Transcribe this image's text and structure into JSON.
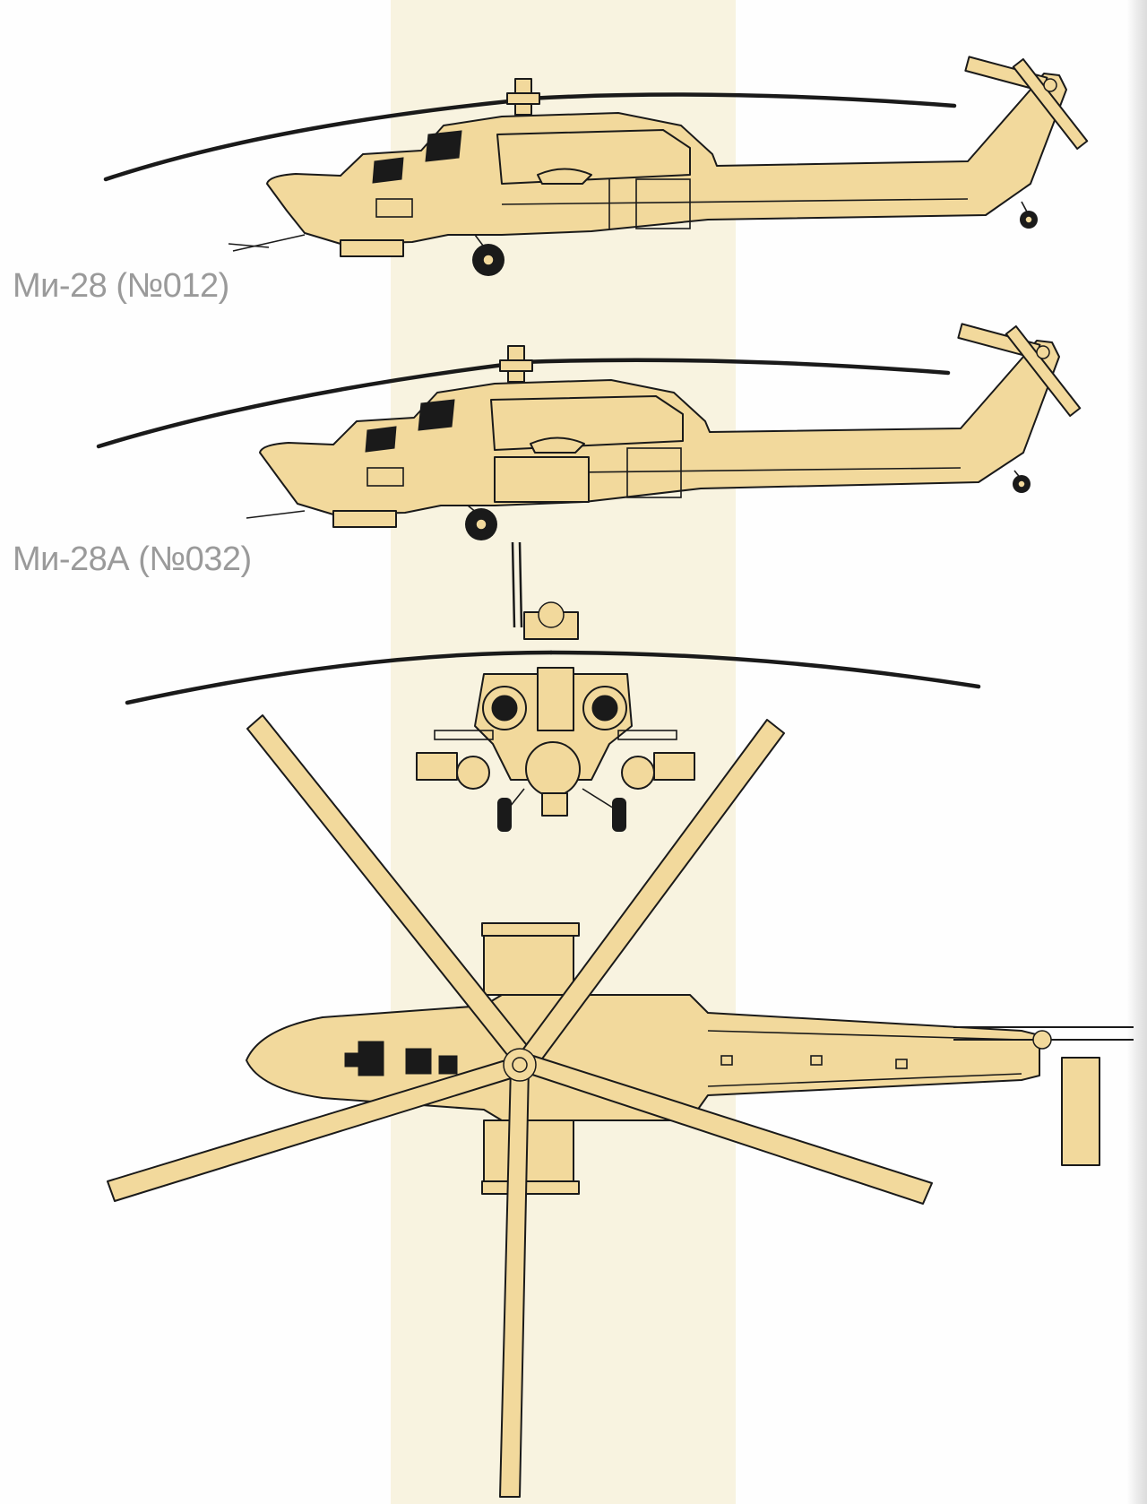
{
  "figure": {
    "captions": [
      {
        "id": "mi28",
        "text": "Ми-28 (№012)"
      },
      {
        "id": "mi28a",
        "text": "Ми-28А (№032)"
      }
    ]
  },
  "colors": {
    "background": "#fefefe",
    "center_band": "#f8f3e0",
    "airframe": "#f2d99c",
    "outline": "#1a1a1a",
    "caption": "#9a9a9a"
  }
}
